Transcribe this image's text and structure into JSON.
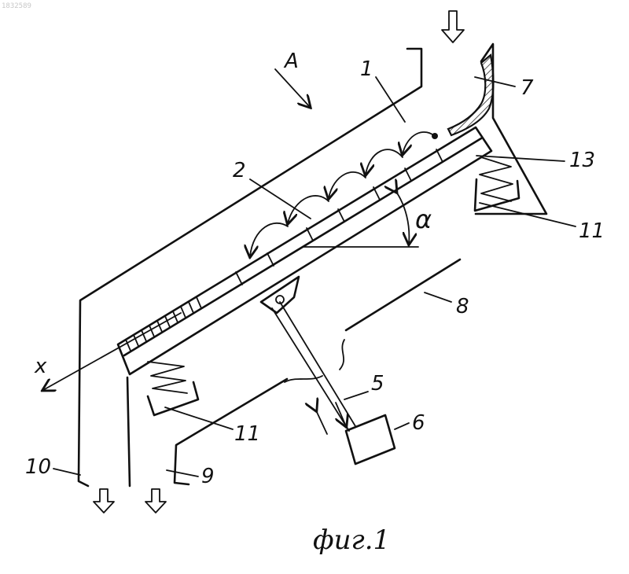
{
  "doc_id": "1832589",
  "caption": "фиг.1",
  "view_label": "А",
  "axis_label": "x",
  "angle_label": "α",
  "parts": {
    "p1": "1",
    "p2": "2",
    "p5": "5",
    "p6": "6",
    "p7": "7",
    "p8": "8",
    "p9": "9",
    "p10": "10",
    "p11a": "11",
    "p11b": "11",
    "p13": "13"
  }
}
